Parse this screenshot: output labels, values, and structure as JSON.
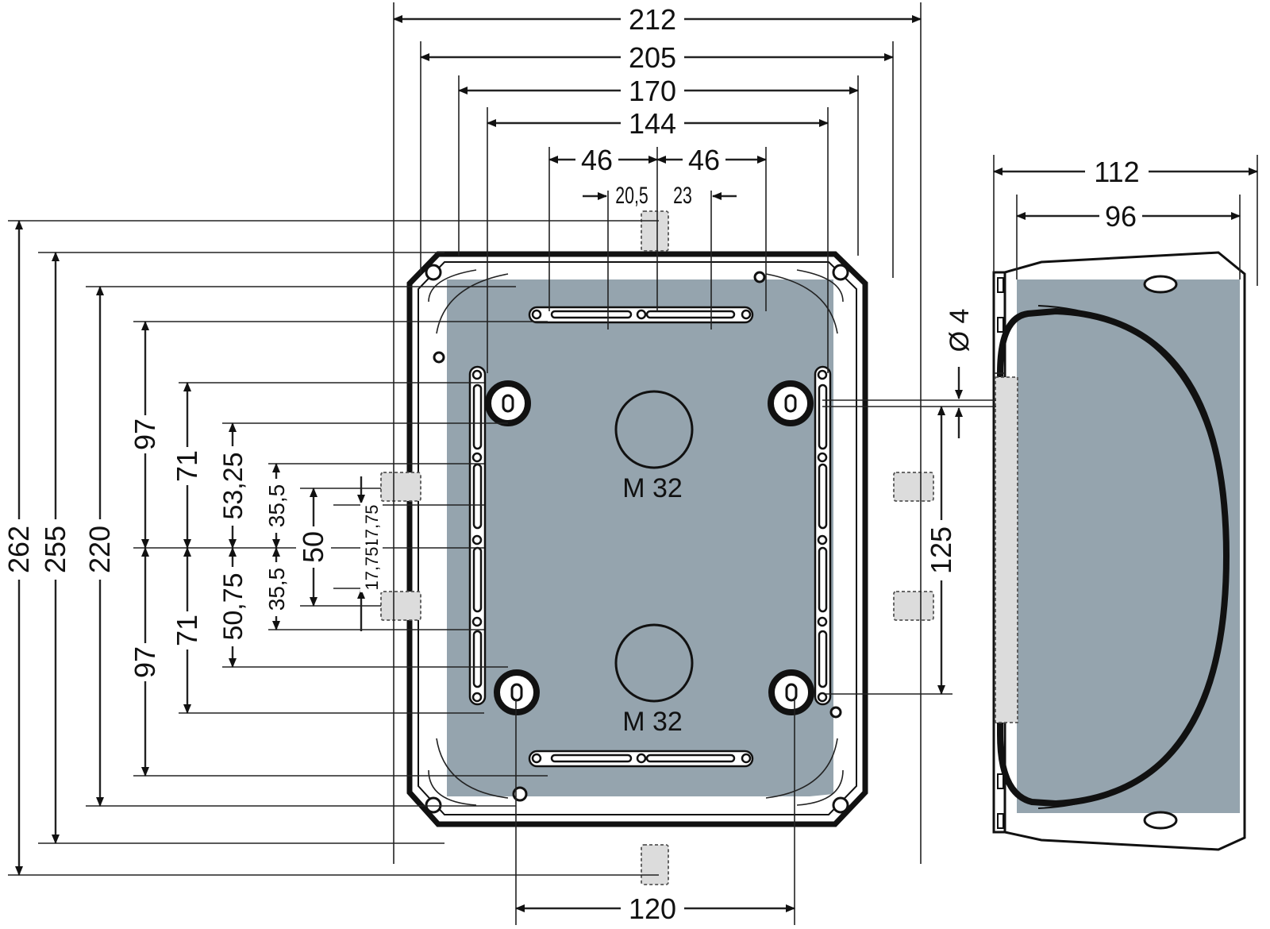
{
  "colors": {
    "background": "#ffffff",
    "line": "#1a1a1a",
    "enclosure_fill": "#95a4ae",
    "bracket_fill": "#dcdcdc"
  },
  "icons": [
    "arrow-icon"
  ],
  "front_view": {
    "widths": {
      "overall_212": "212",
      "outer_205": "205",
      "flange_170": "170",
      "mount_144": "144",
      "rail_left_46": "46",
      "rail_right_46": "46",
      "rail_offset_left": "20,5",
      "rail_offset_right": "23",
      "bottom_120": "120"
    },
    "heights": {
      "overall_262": "262",
      "outer_255": "255",
      "flange_220": "220",
      "rail_upper_97": "97",
      "rail_lower_97": "97",
      "mount_upper_71": "71",
      "mount_lower_71": "71",
      "upper_53_25": "53,25",
      "lower_50_75": "50,75",
      "upper_35_5": "35,5",
      "lower_35_5": "35,5",
      "center_50": "50",
      "upper_17_75": "17,75",
      "lower_17_75": "17,75",
      "bracket_125": "125"
    },
    "hole_diameter": "Ø 4",
    "knockouts": [
      "M 32",
      "M 32"
    ]
  },
  "side_view": {
    "depth_112": "112",
    "depth_96": "96"
  }
}
